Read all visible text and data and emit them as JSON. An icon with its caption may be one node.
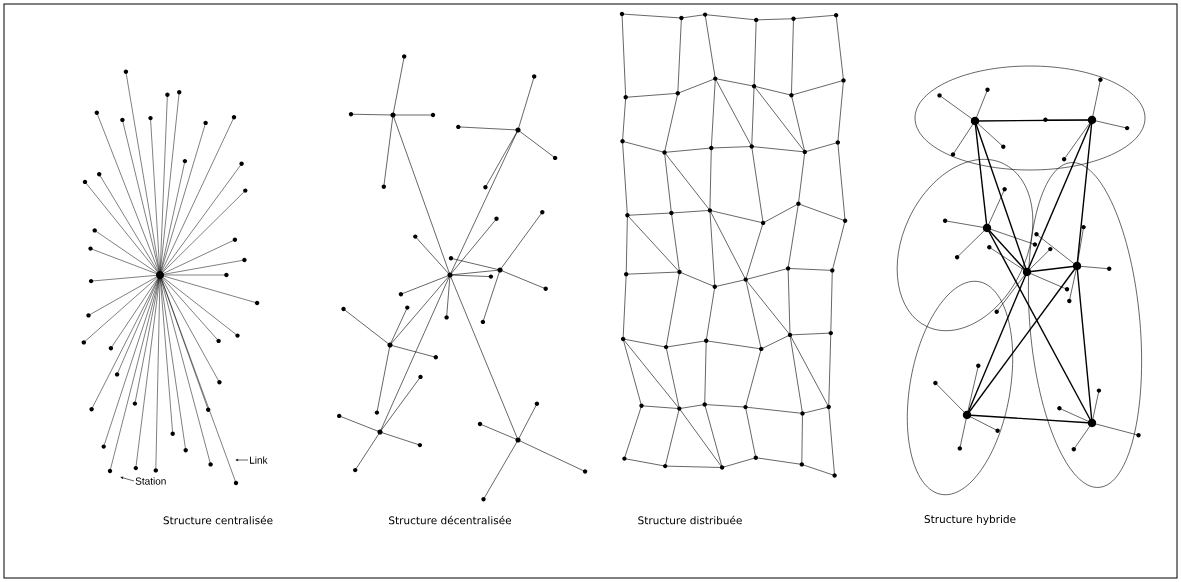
{
  "diagram": {
    "nodes": [
      {
        "text": [
          "Station"
        ]
      },
      {
        "text": [
          "Link"
        ]
      }
    ],
    "edges": [
      {
        "from": 0,
        "to": null,
        "arrow": "to"
      },
      {
        "from": 1,
        "to": null,
        "arrow": "to"
      }
    ],
    "labels": [
      "Structure centralisée",
      "Structure décentralisée",
      "Structure distribuée",
      "Structure hybride"
    ]
  }
}
